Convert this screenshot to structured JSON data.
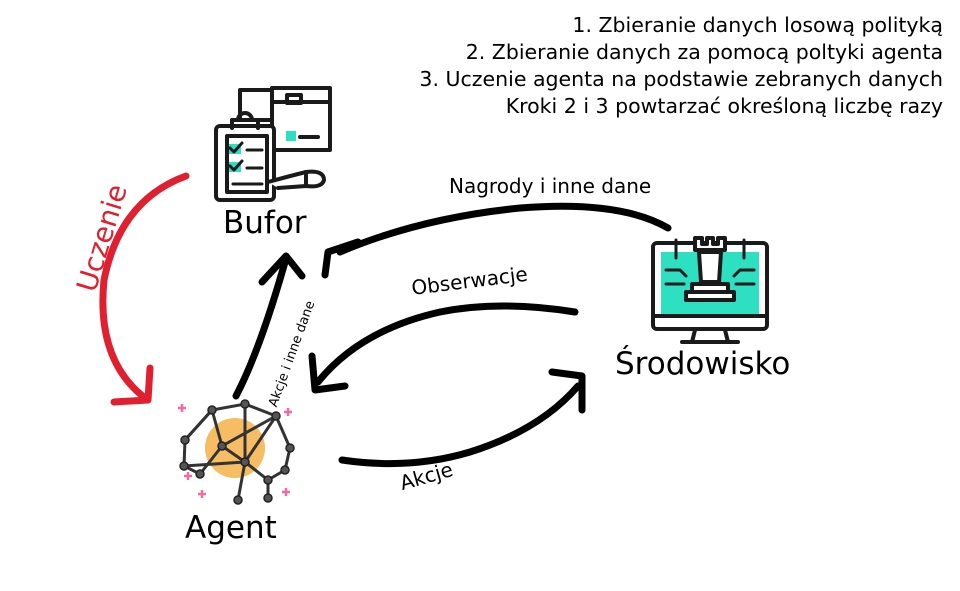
{
  "steps": [
    "1. Zbieranie danych losową polityką",
    "2. Zbieranie danych za pomocą poltyki agenta",
    "3. Uczenie agenta na podstawie zebranych danych",
    "Kroki 2 i 3 powtarzać określoną liczbę razy"
  ],
  "nodes": {
    "buffer": {
      "label": "Bufor",
      "icon": "clipboard-checklist-boxes-icon"
    },
    "agent": {
      "label": "Agent",
      "icon": "brain-network-icon"
    },
    "environment": {
      "label": "Środowisko",
      "icon": "monitor-chess-rook-icon"
    }
  },
  "edges": {
    "rewards": "Nagrody i inne dane",
    "observations": "Obserwacje",
    "actions": "Akcje",
    "actions_other": "Akcje i inne dane",
    "learning": "Uczenie"
  },
  "colors": {
    "accent_teal": "#2de0c1",
    "learning_red": "#e0202f",
    "brain_orange": "#f6b24a",
    "spark_pink": "#f06aa5",
    "stroke": "#000000"
  }
}
